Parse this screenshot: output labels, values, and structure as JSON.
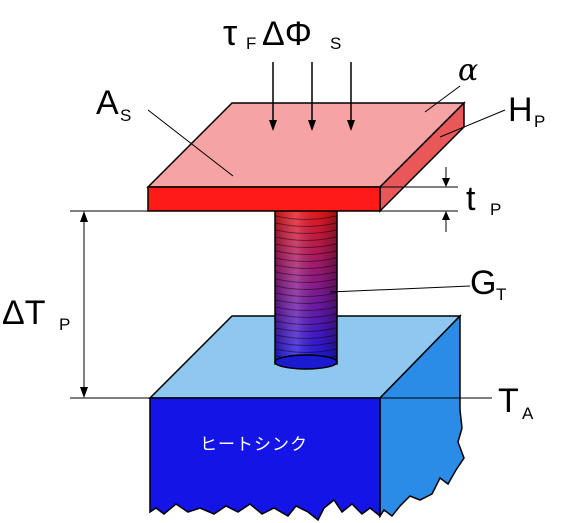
{
  "labels": {
    "heat_flux": {
      "tau": "τ",
      "tau_sub": "F",
      "delta_phi": "ΔΦ",
      "phi_sub": "S"
    },
    "area": {
      "main": "A",
      "sub": "S"
    },
    "alpha": "α",
    "h_p": {
      "main": "H",
      "sub": "P"
    },
    "t_p": {
      "main": "t",
      "sub": "P"
    },
    "g_t": {
      "main": "G",
      "sub": "T"
    },
    "delta_t_p": {
      "main": "ΔT",
      "sub": "P"
    },
    "t_a": {
      "main": "T",
      "sub": "A"
    }
  },
  "heat_sink_label": "ヒートシンク",
  "colors": {
    "plate_top": "#f5a3a3",
    "plate_front": "#ff1a1a",
    "plate_side": "#e85858",
    "post_top": "#ee1a1a",
    "post_bottom": "#1a1aee",
    "sink_top": "#8ec8f0",
    "sink_front": "#1414e6",
    "sink_side": "#2a8ce6"
  }
}
